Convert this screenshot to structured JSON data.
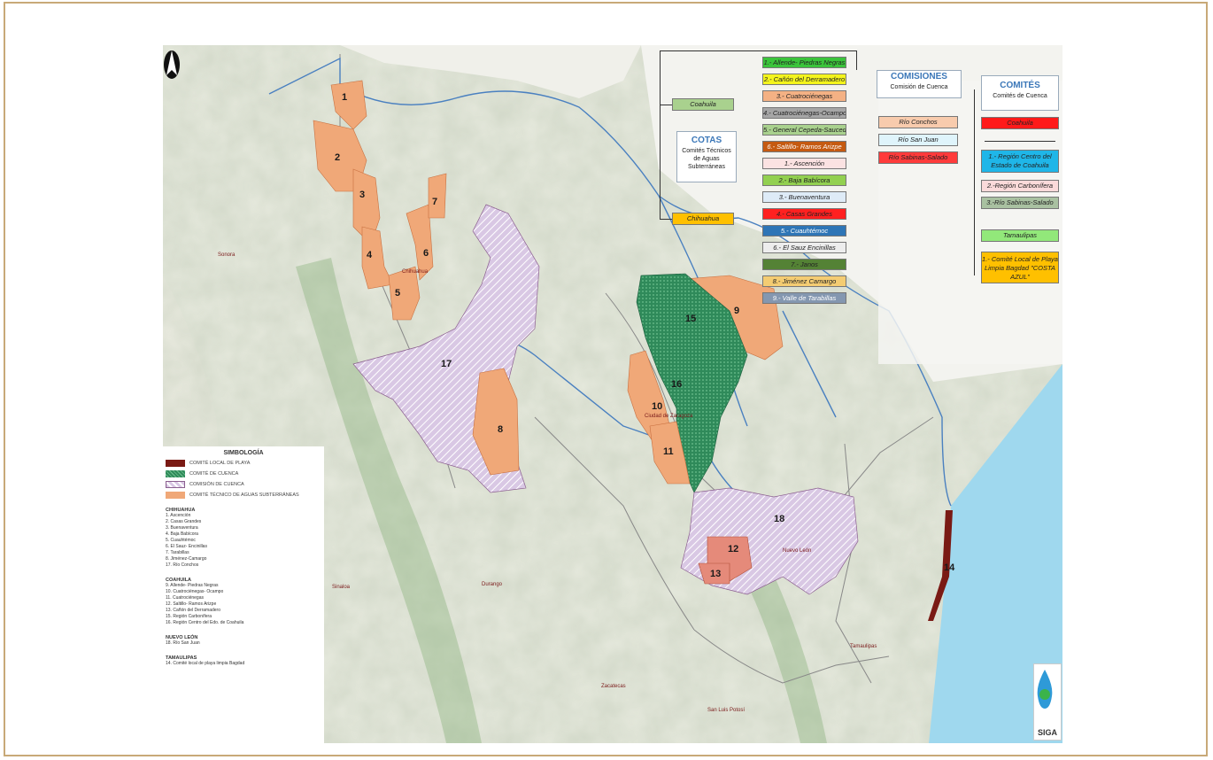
{
  "legend": {
    "title": "SIMBOLOGÍA",
    "items": [
      {
        "label": "COMITÉ LOCAL DE PLAYA",
        "color": "#7a1a14"
      },
      {
        "label": "COMITÉ DE CUENCA",
        "color": "#2f8a5a"
      },
      {
        "label": "COMISIÓN DE CUENCA",
        "color": "#c7b6d8"
      },
      {
        "label": "COMITÉ TÉCNICO DE AGUAS SUBTERRÁNEAS",
        "color": "#f0a878"
      }
    ],
    "groups": [
      {
        "name": "CHIHUAHUA",
        "items": [
          "1. Ascención",
          "2. Casas Grandes",
          "3. Buenaventura",
          "4. Baja Babícora",
          "5. Cuauhtémoc",
          "6. El Sauz- Encinillas",
          "7. Tarabillas",
          "8. Jiménez-Camargo",
          "17. Río Conchos"
        ]
      },
      {
        "name": "COAHUILA",
        "items": [
          "9. Allende- Piedras Negras",
          "10. Cuatrociénegas- Ocampo",
          "11. Cuatrociénegas",
          "12. Saltillo- Ramos Arizpe",
          "13. Cañón del Derramadero",
          "15. Región Carbonífera",
          "16. Región Centro del Edo. de Coahuila"
        ]
      },
      {
        "name": "NUEVO LEÓN",
        "items": [
          "18. Río San Juan"
        ]
      },
      {
        "name": "TAMAULIPAS",
        "items": [
          "14. Comité local de playa limpia Bagdad"
        ]
      }
    ]
  },
  "map_labels": {
    "regions": [
      "1",
      "2",
      "3",
      "4",
      "5",
      "6",
      "7",
      "8",
      "9",
      "10",
      "11",
      "12",
      "13",
      "14",
      "15",
      "16",
      "17",
      "18"
    ],
    "cities": [
      "Sonora",
      "Chihuahua",
      "Ciudad de Zaragoza",
      "Nuevo León",
      "Sinaloa",
      "Durango",
      "Zacatecas",
      "San Luis Potosí",
      "Tamaulipas"
    ]
  },
  "org_chart": {
    "coahuila_label": "Coahuila",
    "chihuahua_label": "Chihuahua",
    "cotas": {
      "title": "COTAS",
      "subtitle": "Comités Técnicos de Aguas Subterráneas"
    },
    "coahuila_cotas": [
      {
        "label": "1.- Allende- Piedras Negras",
        "color": "#3bc43b"
      },
      {
        "label": "2.- Cañón del Derramadero",
        "color": "#f4f41c"
      },
      {
        "label": "3.- Cuatrociénegas",
        "color": "#f4b184"
      },
      {
        "label": "4.- Cuatrociénegas-Ocampo",
        "color": "#a6a6a6"
      },
      {
        "label": "5.- General Cepeda-Sauceda",
        "color": "#a9d18e"
      },
      {
        "label": "6.- Saltillo- Ramos Arizpe",
        "color": "#c55a11"
      }
    ],
    "chihuahua_cotas": [
      {
        "label": "1.- Ascención",
        "color": "#fbe2e2"
      },
      {
        "label": "2.- Baja Babícora",
        "color": "#92d050"
      },
      {
        "label": "3.- Buenaventura",
        "color": "#deebf7"
      },
      {
        "label": "4.- Casas Grandes",
        "color": "#ff2020"
      },
      {
        "label": "5.- Cuauhtémoc",
        "color": "#2e75b6"
      },
      {
        "label": "6.- El Sauz Encinillas",
        "color": "#ededed"
      },
      {
        "label": "7.- Janos",
        "color": "#548235"
      },
      {
        "label": "8.- Jiménez Camargo",
        "color": "#f4cc72"
      },
      {
        "label": "9.- Valle de Tarabillas",
        "color": "#8497b0"
      }
    ],
    "comisiones": {
      "title": "COMISIONES",
      "subtitle": "Comisión de Cuenca"
    },
    "comisiones_items": [
      {
        "label": "Río Conchos",
        "color": "#f8cbad"
      },
      {
        "label": "Río San Juan",
        "color": "#dff4fb"
      },
      {
        "label": "Río Sabinas-Salado",
        "color": "#ff3b3b"
      }
    ],
    "comites": {
      "title": "COMITÉS",
      "subtitle": "Comités de Cuenca"
    },
    "comites_coahuila": {
      "label": "Coahuila",
      "color": "#ff1a1a"
    },
    "comites_items": [
      {
        "label": "1.- Región Centro del Estado de Coahuila",
        "color": "#1fb6e8"
      },
      {
        "label": "2.-Región Carbonífera",
        "color": "#fbdada"
      },
      {
        "label": "3.-Río Sabinas-Salado",
        "color": "#a9c1a1"
      }
    ],
    "tamaulipas_label": "Tamaulipas",
    "tamaulipas_item": {
      "label": "1.- Comité Local de Playa Limpia Bagdad \"COSTA AZUL\"",
      "color": "#ffc000"
    }
  },
  "logo": {
    "text": "SIGA"
  }
}
